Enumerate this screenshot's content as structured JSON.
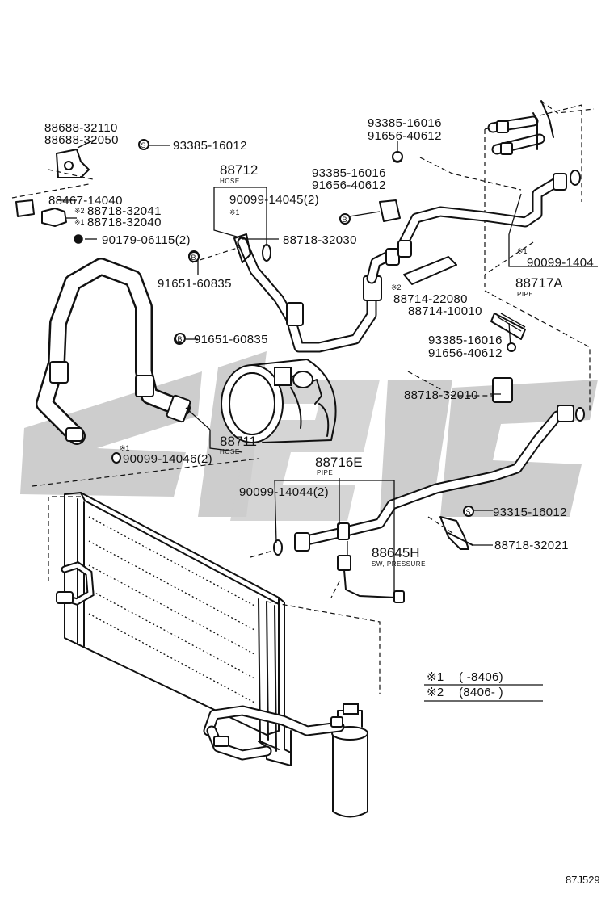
{
  "labels": {
    "p88688_32110": "88688-32110",
    "p88688_32050": "88688-32050",
    "p93385_16012": "93385-16012",
    "p88467_14040": "88467-14040",
    "p88718_32041": "88718-32041",
    "p88718_32040": "88718-32040",
    "p90179_06115": "90179-06115(2)",
    "p88712": "88712",
    "p88712_sub": "HOSE",
    "p90099_14045_2": "90099-14045(2)",
    "p88718_32030": "88718-32030",
    "p91651_60835_a": "91651-60835",
    "p91651_60835_b": "91651-60835",
    "p93385_16016_a": "93385-16016",
    "p91656_40612_a": "91656-40612",
    "p93385_16016_b": "93385-16016",
    "p91656_40612_b": "91656-40612",
    "p93385_16016_c": "93385-16016",
    "p91656_40612_c": "91656-40612",
    "p90099_1404x": "90099-1404",
    "p88717A": "88717A",
    "p88717A_sub": "PIPE",
    "p88714_22080": "88714-22080",
    "p88714_10010": "88714-10010",
    "p88718_32010": "88718-32010",
    "p88711": "88711",
    "p88711_sub": "HOSE",
    "p90099_14046": "90099-14046(2)",
    "p88716E": "88716E",
    "p88716E_sub": "PIPE",
    "p90099_14044": "90099-14044(2)",
    "p93315_16012": "93315-16012",
    "p88718_32021": "88718-32021",
    "p88645H": "88645H",
    "p88645H_sub": "SW, PRESSURE",
    "note1_mark": "※1",
    "note1_range": "(      -8406)",
    "note2_mark": "※2",
    "note2_range": "(8406-      )",
    "mark1": "※1",
    "mark2": "※2",
    "diagram_code": "87J529",
    "callout_s": "S",
    "callout_b": "B"
  },
  "watermark_color": "#c8c8c8"
}
